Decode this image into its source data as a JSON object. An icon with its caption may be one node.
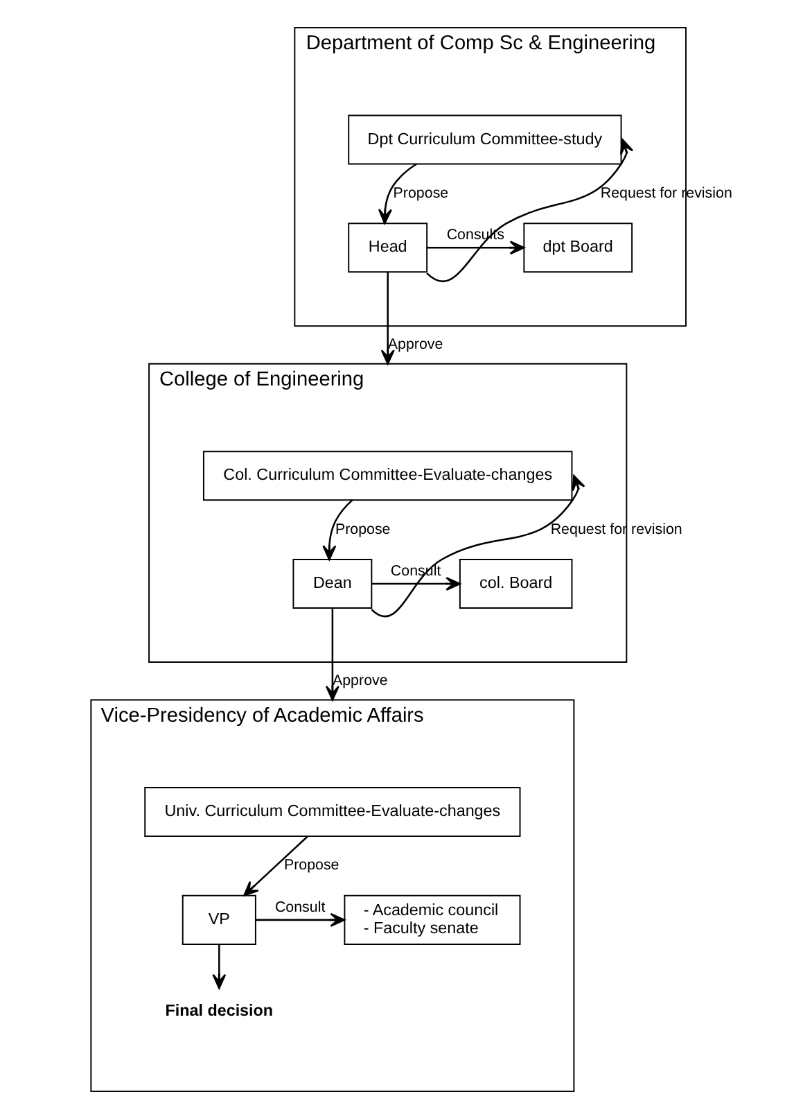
{
  "diagram": {
    "nodes": [
      {
        "text": [
          "Department of Comp Sc & Engineering"
        ]
      },
      {
        "text": [
          "Dpt Curriculum Committee-study"
        ],
        "in": 0
      },
      {
        "text": [
          "Head"
        ],
        "in": 0
      },
      {
        "text": [
          "dpt Board"
        ],
        "in": 0
      },
      {
        "text": [
          "College of Engineering"
        ]
      },
      {
        "text": [
          "Col. Curriculum Committee-Evaluate-changes"
        ],
        "in": 4
      },
      {
        "text": [
          "Dean"
        ],
        "in": 4
      },
      {
        "text": [
          "col. Board"
        ],
        "in": 4
      },
      {
        "text": [
          "Vice-Presidency of Academic Affairs"
        ]
      },
      {
        "text": [
          "Univ. Curriculum Committee-Evaluate-changes"
        ],
        "in": 8
      },
      {
        "text": [
          "VP"
        ],
        "in": 8
      },
      {
        "text": [
          "- Academic council",
          "- Faculty senate"
        ],
        "in": 8
      },
      {
        "text": [
          "Final decision"
        ],
        "in": 8
      }
    ],
    "edges": [
      {
        "from": 1,
        "to": 2,
        "arrow": "to",
        "label": "Propose"
      },
      {
        "from": 2,
        "to": 3,
        "arrow": "to",
        "label": "Consults"
      },
      {
        "from": 2,
        "to": 1,
        "arrow": "to",
        "label": "Request for revision"
      },
      {
        "from": 2,
        "to": 4,
        "arrow": "to",
        "label": "Approve"
      },
      {
        "from": 5,
        "to": 6,
        "arrow": "to",
        "label": "Propose"
      },
      {
        "from": 6,
        "to": 7,
        "arrow": "to",
        "label": "Consult"
      },
      {
        "from": 6,
        "to": 5,
        "arrow": "to",
        "label": "Request for revision"
      },
      {
        "from": 6,
        "to": 8,
        "arrow": "to",
        "label": "Approve"
      },
      {
        "from": 9,
        "to": 10,
        "arrow": "to",
        "label": "Propose"
      },
      {
        "from": 10,
        "to": 11,
        "arrow": "to",
        "label": "Consult"
      },
      {
        "from": 10,
        "to": 12,
        "arrow": "to"
      }
    ]
  }
}
